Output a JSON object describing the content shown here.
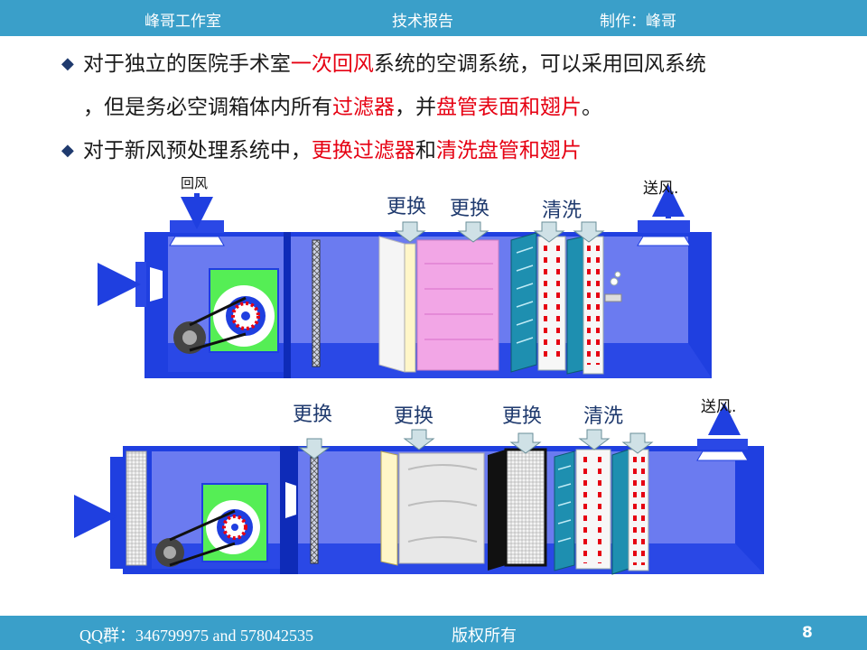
{
  "header": {
    "studio": "峰哥工作室",
    "report": "技术报告",
    "author": "制作：峰哥"
  },
  "bullets": [
    {
      "line1_a": "对于独立的医院手术室",
      "line1_b": "一次回风",
      "line1_c": "系统的空调系统，可以采用回风系统",
      "line2_a": "，但是务必空调箱体内所有",
      "line2_b": "过滤器",
      "line2_c": "，并",
      "line2_d": "盘管表面和翅片",
      "line2_e": "。"
    },
    {
      "line1_a": "对于新风预处理系统中，",
      "line1_b": "更换过滤器",
      "line1_c": "和",
      "line1_d": "清洗盘管和翅片"
    }
  ],
  "diagram_top": {
    "return_air": "回风",
    "supply_air": "送风.",
    "replace_1": "更换",
    "replace_2": "更换",
    "clean": "清洗"
  },
  "diagram_bottom": {
    "supply_air": "送风.",
    "replace_1": "更换",
    "replace_2": "更换",
    "replace_3": "更换",
    "clean": "清洗"
  },
  "footer": {
    "qq": "QQ群：346799975  and   578042535",
    "copyright": "版权所有",
    "page": "8"
  },
  "colors": {
    "bar": "#3a9fc9",
    "unit_blue": "#1f3fe0",
    "unit_inner": "#6b7bf0",
    "accent_red": "#e60012",
    "fan_green": "#55ee55",
    "filter_pink": "#f2a6e6",
    "coil_teal": "#1e8fb0"
  }
}
